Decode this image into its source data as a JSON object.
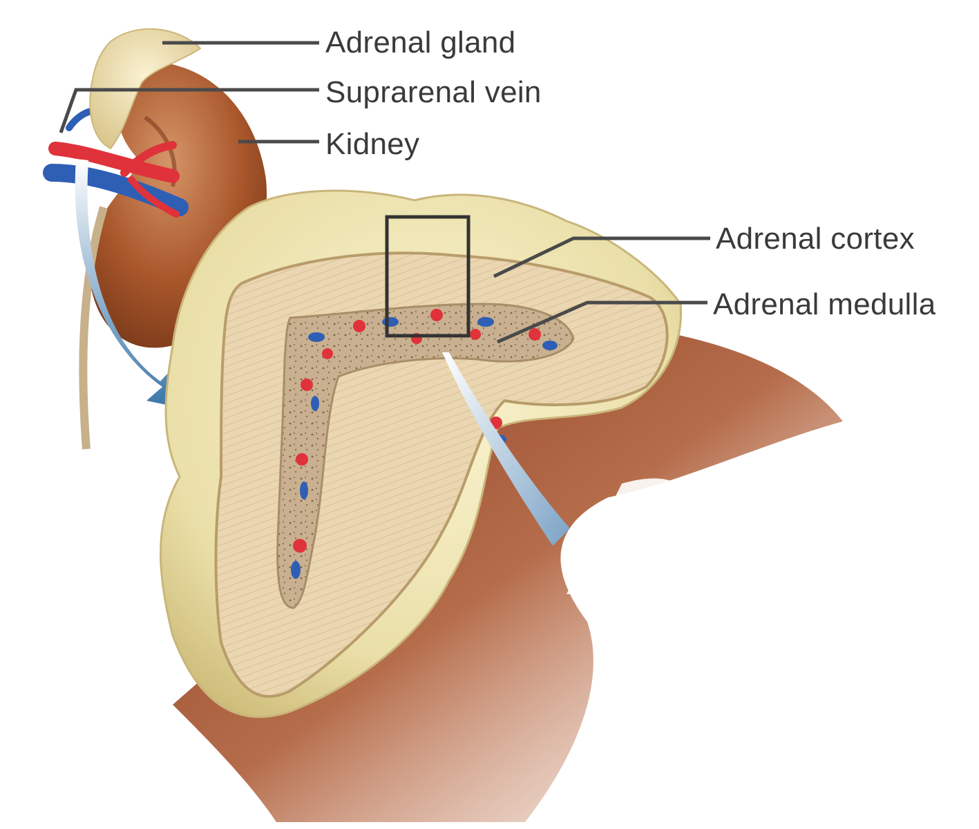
{
  "labels": {
    "adrenal_gland": "Adrenal gland",
    "suprarenal_vein": "Suprarenal vein",
    "kidney": "Kidney",
    "adrenal_cortex": "Adrenal cortex",
    "adrenal_medulla": "Adrenal medulla"
  },
  "colors": {
    "gland_surface": "#eadfa8",
    "cortex": "#ead6b0",
    "medulla": "#c8b090",
    "kidney": "#a8562a",
    "background_tissue": "#b56c4a",
    "artery": "#e0323a",
    "vein": "#2f5fb5",
    "leader_line": "#4a4a4a",
    "arrow": "#3a76a8"
  }
}
